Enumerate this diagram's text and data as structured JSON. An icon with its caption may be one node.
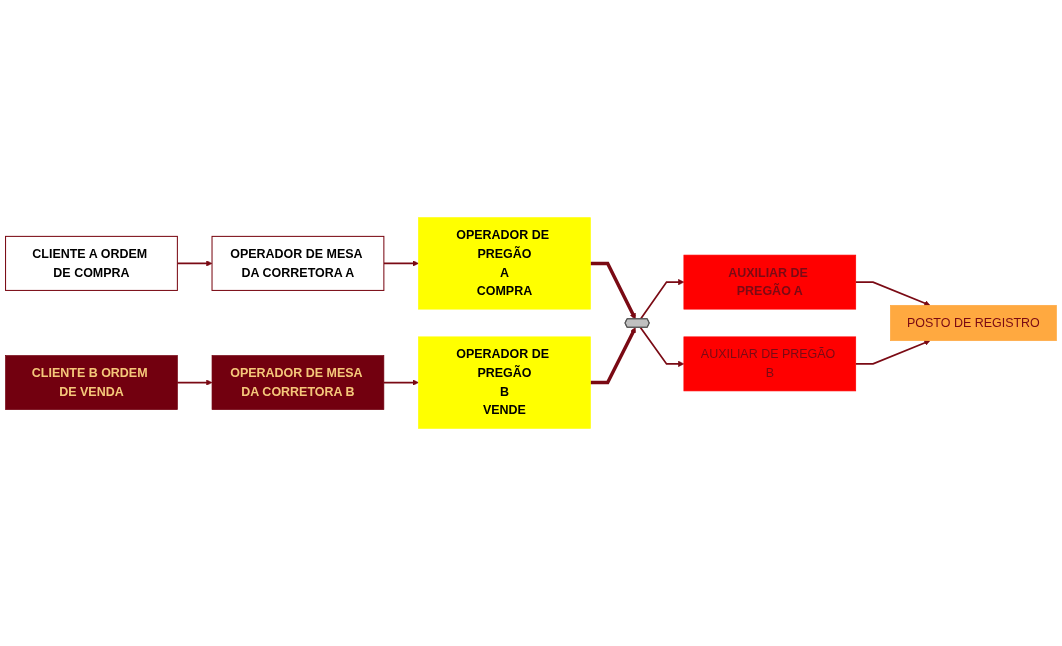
{
  "diagram": {
    "nodes": [
      {
        "text": [
          "CLIENTE A ORDEM DE COMPRA"
        ]
      },
      {
        "text": [
          "OPERADOR DE MESA DA CORRETORA A"
        ]
      },
      {
        "text": [
          "OPERADOR DE PREGÃO",
          "A",
          "COMPRA"
        ]
      },
      {
        "text": [],
        "shape": "octagon"
      },
      {
        "text": [
          "AUXILIAR DE PREGÃO A"
        ]
      },
      {
        "text": [
          "POSTO DE REGISTRO"
        ]
      },
      {
        "text": [
          "OPERADOR DE MESA DA CORRETORA B"
        ]
      },
      {
        "text": [
          "CLIENTE B ORDEM DE VENDA"
        ]
      },
      {
        "text": [
          "OPERADOR DE PREGÃO",
          "B",
          "VENDE"
        ]
      },
      {
        "text": [
          "AUXILIAR DE PREGÃO B"
        ]
      }
    ],
    "edges": [
      {
        "from": 0,
        "to": 1,
        "arrow": "to"
      },
      {
        "from": 1,
        "to": 2,
        "arrow": "to"
      },
      {
        "from": 2,
        "to": 3,
        "arrow": "to",
        "style": "thick"
      },
      {
        "from": 8,
        "to": 3,
        "arrow": "to",
        "style": "thick"
      },
      {
        "from": 3,
        "to": 4,
        "arrow": "to"
      },
      {
        "from": 3,
        "to": 9,
        "arrow": "to"
      },
      {
        "from": 4,
        "to": 5,
        "arrow": "to"
      },
      {
        "from": 9,
        "to": 5,
        "arrow": "to"
      },
      {
        "from": 7,
        "to": 6,
        "arrow": "to"
      },
      {
        "from": 6,
        "to": 8,
        "arrow": "to"
      }
    ]
  }
}
